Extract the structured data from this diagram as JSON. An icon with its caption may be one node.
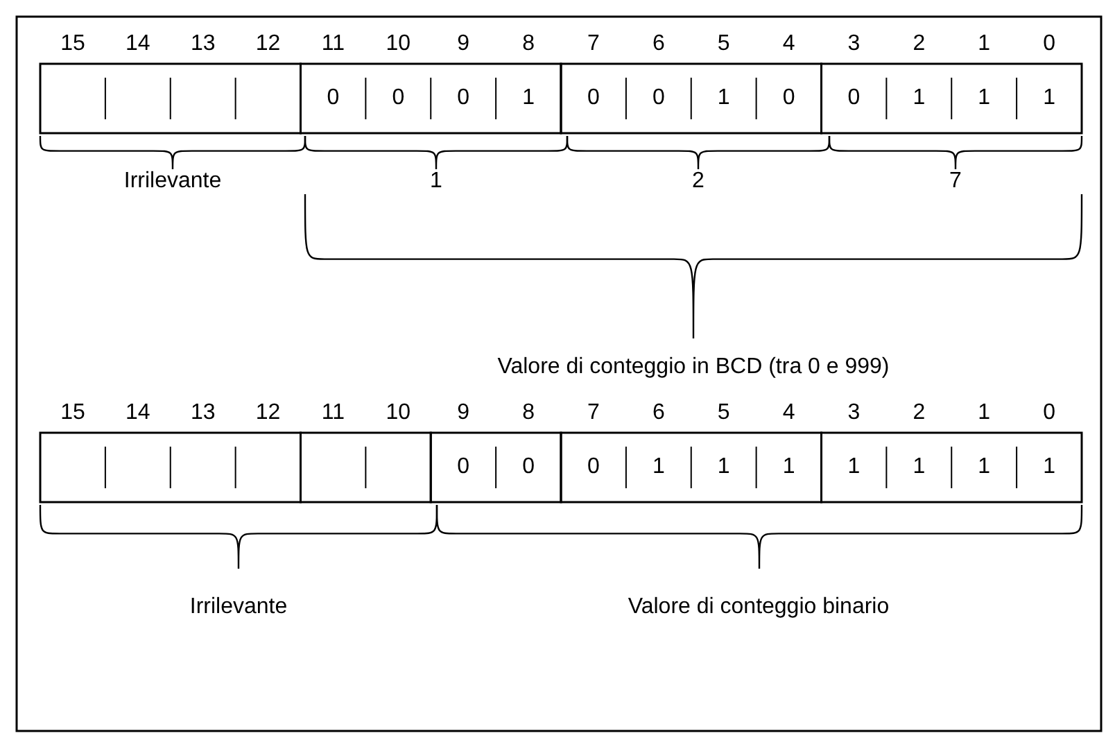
{
  "diagram": {
    "labels": [
      "15",
      "14",
      "13",
      "12",
      "11",
      "10",
      "9",
      "8",
      "7",
      "6",
      "5",
      "4",
      "3",
      "2",
      "1",
      "0",
      "0",
      "0",
      "0",
      "1",
      "0",
      "0",
      "1",
      "0",
      "0",
      "1",
      "1",
      "1",
      "Irrilevante",
      "1",
      "2",
      "7",
      "Valore di conteggio in BCD (tra 0 e 999)",
      "15",
      "14",
      "13",
      "12",
      "11",
      "10",
      "9",
      "8",
      "7",
      "6",
      "5",
      "4",
      "3",
      "2",
      "1",
      "0",
      "0",
      "0",
      "0",
      "1",
      "1",
      "1",
      "1",
      "1",
      "1",
      "1",
      "Irrilevante",
      "Valore di conteggio binario"
    ]
  }
}
